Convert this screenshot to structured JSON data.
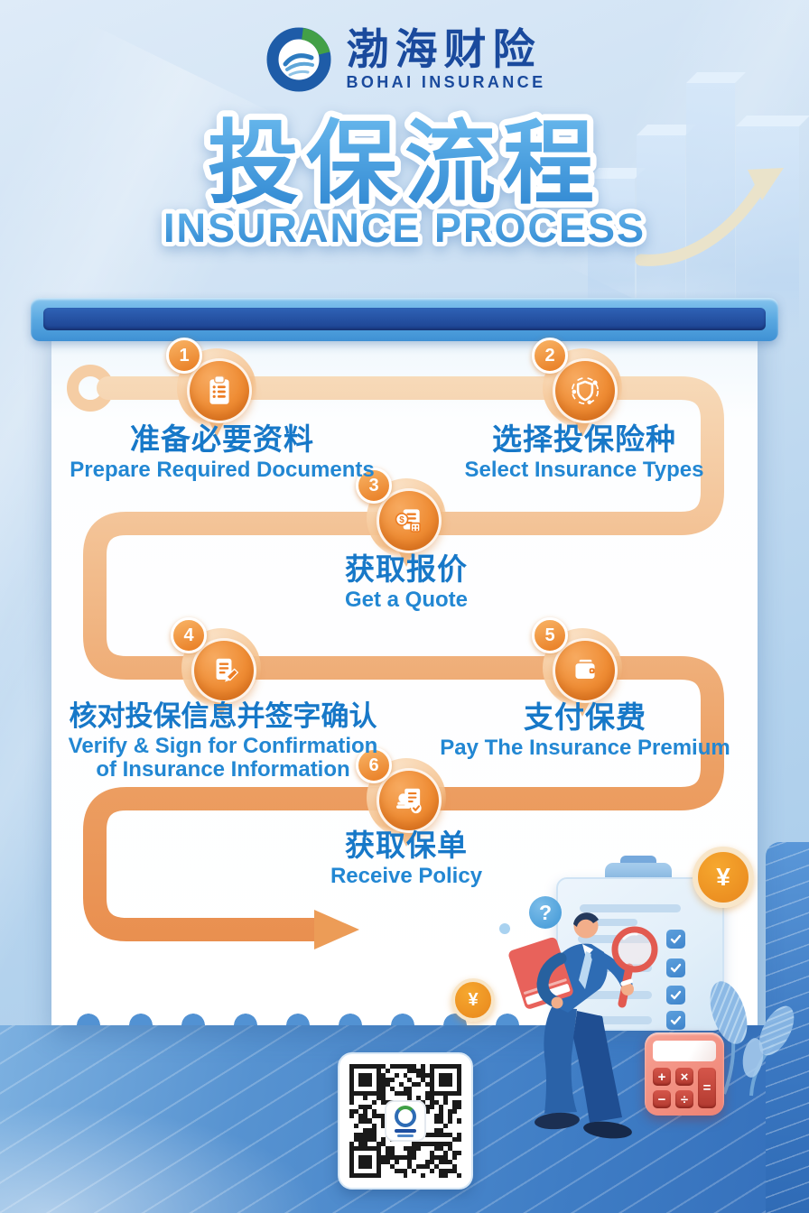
{
  "brand": {
    "logo_cn": "渤海财险",
    "logo_en": "BOHAI INSURANCE"
  },
  "title": {
    "cn": "投保流程",
    "en": "INSURANCE PROCESS"
  },
  "steps": [
    {
      "num": "1",
      "cn": "准备必要资料",
      "en": "Prepare Required Documents",
      "icon": "clipboard-icon"
    },
    {
      "num": "2",
      "cn": "选择投保险种",
      "en": "Select Insurance Types",
      "icon": "shield-icon"
    },
    {
      "num": "3",
      "cn": "获取报价",
      "en": "Get a Quote",
      "icon": "quote-document-icon"
    },
    {
      "num": "4",
      "cn": "核对投保信息并签字确认",
      "en": "Verify & Sign for Confirmation\nof Insurance Information",
      "icon": "sign-document-icon"
    },
    {
      "num": "5",
      "cn": "支付保费",
      "en": "Pay The Insurance Premium",
      "icon": "wallet-icon"
    },
    {
      "num": "6",
      "cn": "获取保单",
      "en": "Receive Policy",
      "icon": "policy-stamp-icon"
    }
  ],
  "glyphs": {
    "yen": "¥",
    "question": "?",
    "dollar": "$"
  },
  "calculator": {
    "keys": [
      "+",
      "×",
      "−",
      "÷",
      "="
    ]
  },
  "colors": {
    "title_blue": "#3E96D9",
    "heading_cn_blue": "#1778C8",
    "heading_en_blue": "#2287D3",
    "brand_navy": "#1A4A9D",
    "path_orange_light": "#F6CFA6",
    "path_orange": "#E8955A",
    "pin_orange": "#E87722",
    "banner_light_blue": "#59A8E0",
    "banner_navy": "#1D4796",
    "calculator_red": "#C8473C",
    "coin_orange": "#F09023"
  }
}
